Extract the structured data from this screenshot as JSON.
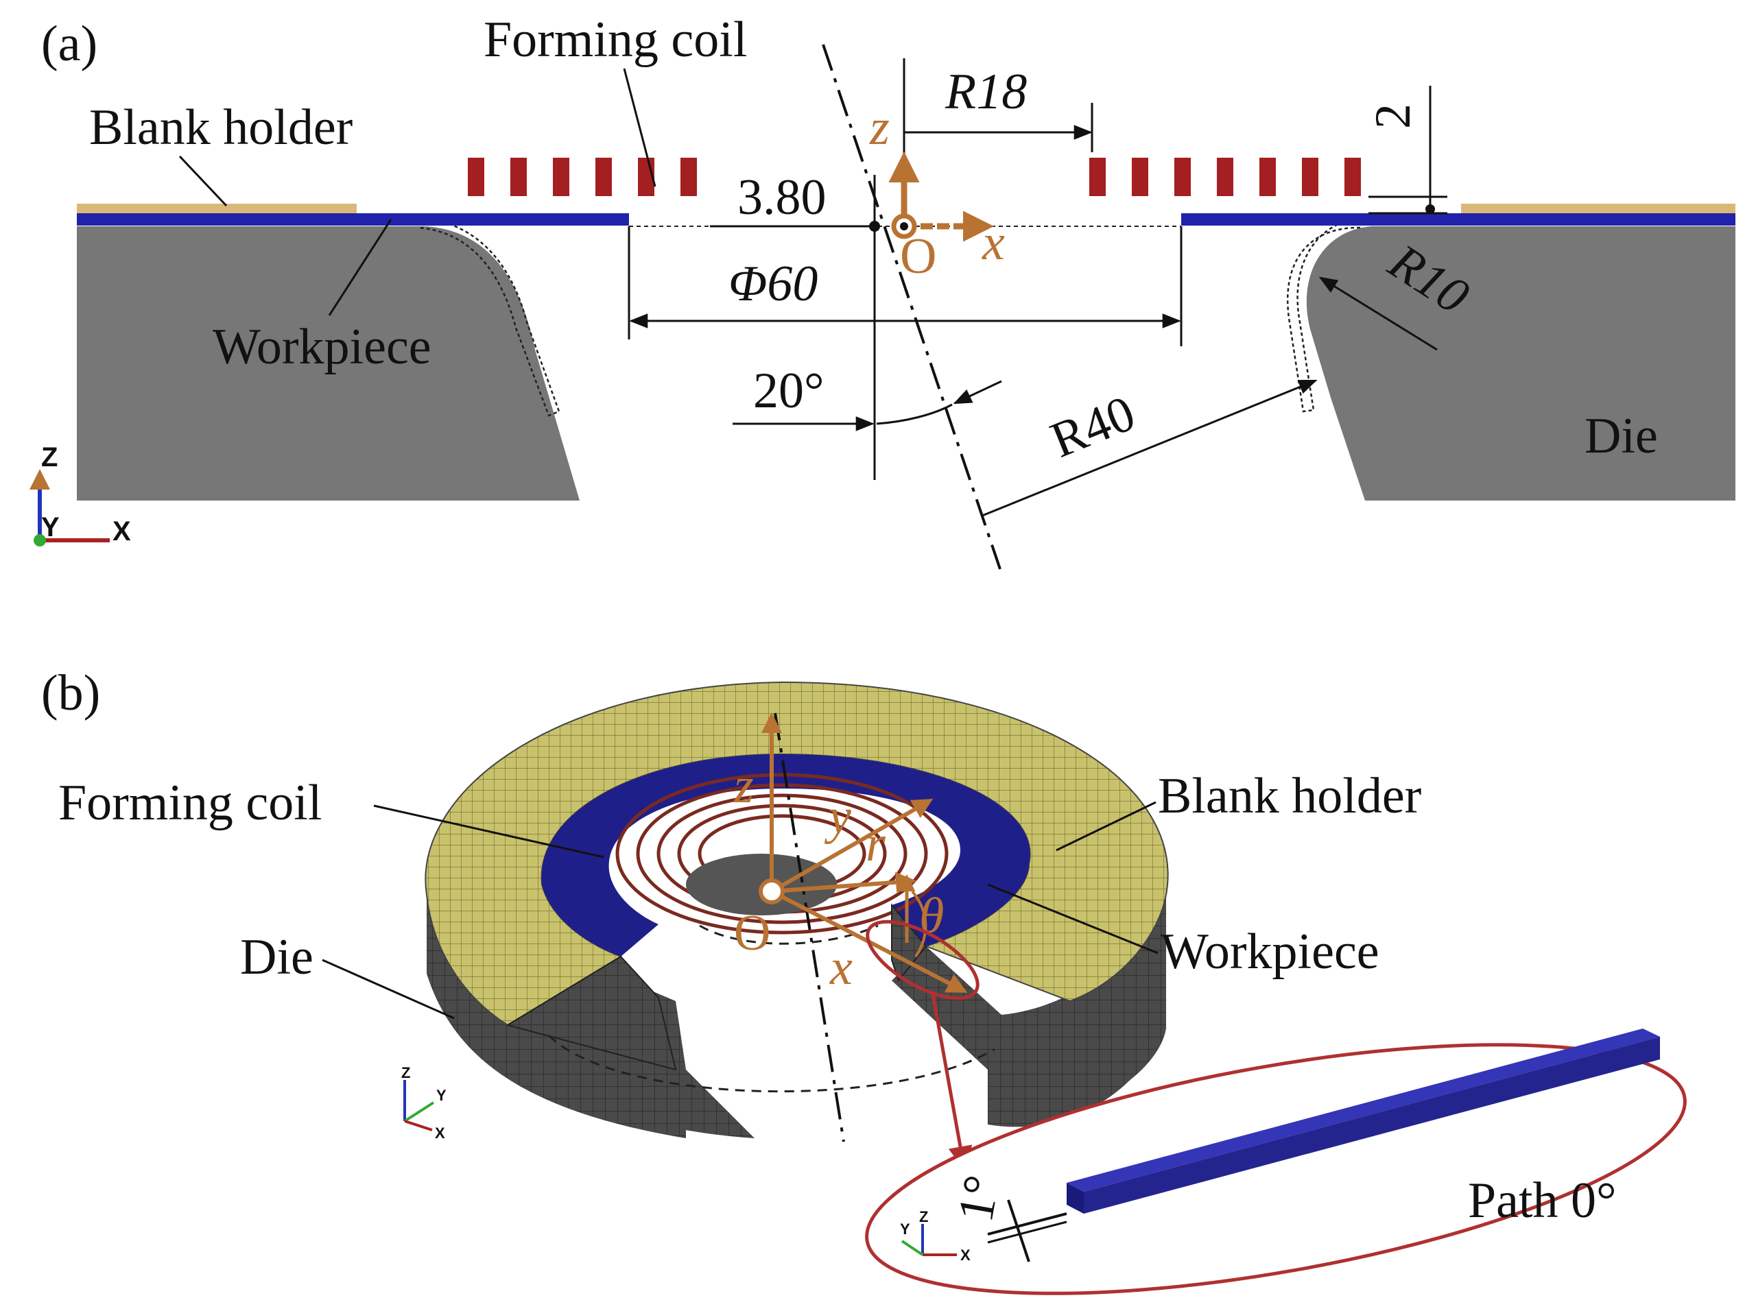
{
  "panel_a": {
    "label": "(a)",
    "forming_coil": "Forming coil",
    "blank_holder": "Blank holder",
    "workpiece": "Workpiece",
    "die": "Die",
    "dim_r18": "R18",
    "dim_3_80": "3.80",
    "dim_phi60": "Φ60",
    "dim_20deg": "20°",
    "dim_r40": "R40",
    "dim_r10": "R10",
    "dim_2": "2",
    "axis_z": "z",
    "axis_x": "x",
    "origin": "O",
    "triad": {
      "z": "Z",
      "y": "Y",
      "x": "X"
    }
  },
  "panel_b": {
    "label": "(b)",
    "forming_coil": "Forming coil",
    "blank_holder": "Blank holder",
    "die": "Die",
    "workpiece": "Workpiece",
    "path": "Path 0°",
    "axis_z": "z",
    "axis_y": "y",
    "axis_r": "r",
    "axis_theta": "θ",
    "axis_x": "x",
    "origin": "O",
    "dim_1deg": "1°",
    "triad": {
      "z": "Z",
      "y": "Y",
      "x": "X"
    }
  },
  "colors": {
    "die_gray": "#777777",
    "blue": "#2222aa",
    "tan": "#d9b97a",
    "coil_red": "#a31f22",
    "brown_axes": "#b87333",
    "yellow_mesh": "#c8c068",
    "ellipse_red": "#b03030"
  }
}
